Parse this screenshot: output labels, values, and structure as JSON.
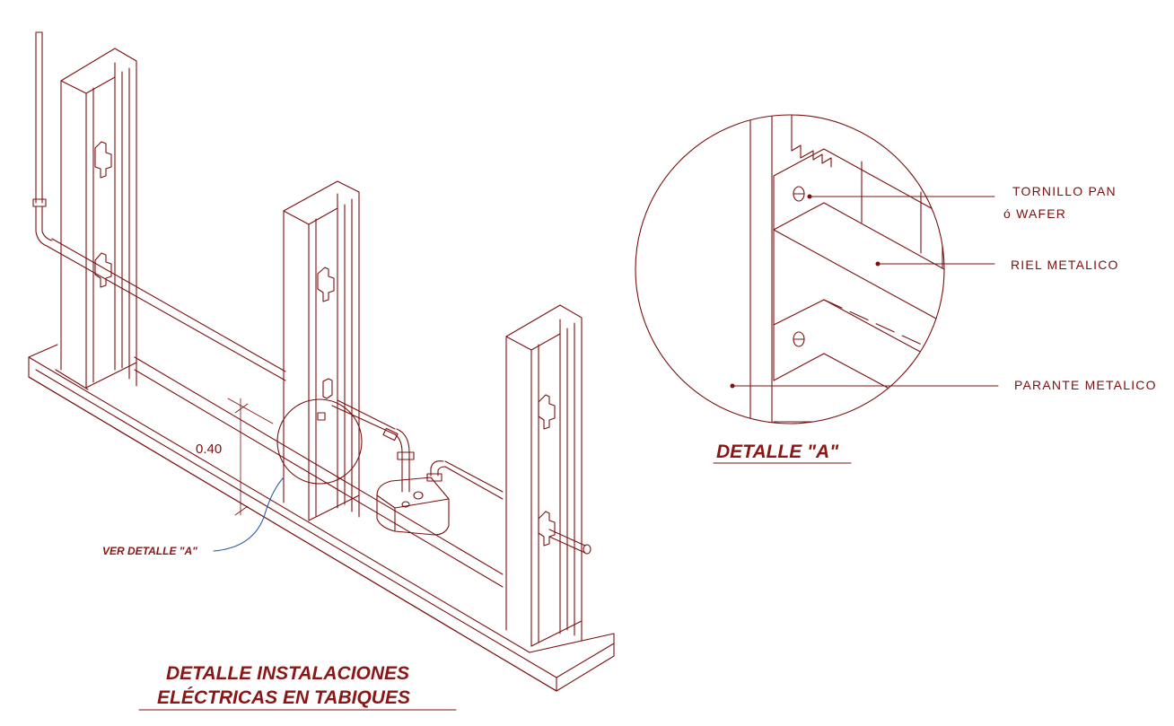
{
  "main_title": {
    "line1": "DETALLE INSTALACIONES",
    "line2": "ELÉCTRICAS  EN TABIQUES"
  },
  "detail_title": "DETALLE \"A\"",
  "callout_ref": "VER DETALLE \"A\"",
  "dimension": "0.40",
  "labels": {
    "screw_line1": "TORNILLO  PAN",
    "screw_line2": "ó  WAFER",
    "rail": "RIEL  METALICO",
    "stud": "PARANTE  METALICO"
  },
  "colors": {
    "line": "#7a1010",
    "title": "#8a1616",
    "leader_curve": "#2c5aa8"
  }
}
